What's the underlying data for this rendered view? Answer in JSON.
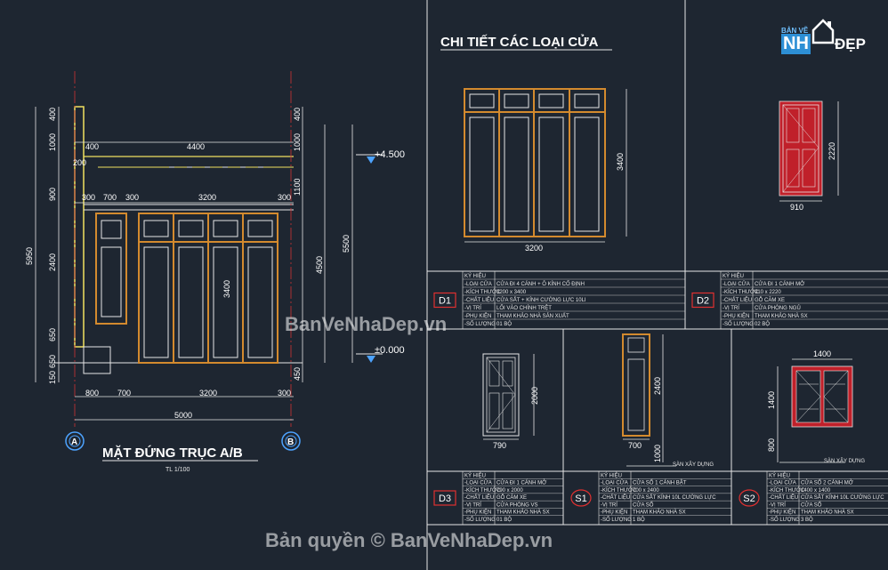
{
  "drawing": {
    "elevation_title": "MẶT ĐỨNG TRỤC A/B",
    "elevation_scale": "TL 1/100",
    "axis_a": "A",
    "axis_b": "B",
    "level_top": "+4.500",
    "level_zero": "±0.000",
    "left_dims": [
      "400",
      "1000",
      "200",
      "900",
      "2400",
      "650",
      "650",
      "150"
    ],
    "left_total": "5950",
    "right_dims": [
      "400",
      "1000",
      "1100",
      "4500",
      "450"
    ],
    "right_total": "5500",
    "top_dims": [
      "400",
      "4400",
      "200"
    ],
    "upper_dims": [
      "300",
      "700",
      "300",
      "3200",
      "300"
    ],
    "bottom_dims": [
      "800",
      "700",
      "3200",
      "300"
    ],
    "bottom_total": "5000",
    "center_dim": "3400"
  },
  "details": {
    "title": "CHI TIẾT CÁC LOẠI CỬA",
    "d1_width": "3200",
    "d1_height": "3400",
    "d2_width": "910",
    "d2_height": "2220",
    "d3_width": "790",
    "d3_height": "2000",
    "s1_width": "700",
    "s1_height": "2400",
    "s1_sill": "1000",
    "s2_width": "1400",
    "s2_height": "1400",
    "s2_sill": "800",
    "floor_label": "SÀN XÂY DỰNG"
  },
  "schedules": [
    {
      "code": "D1",
      "rows": [
        [
          "KÝ HIỆU",
          ""
        ],
        [
          "-LOẠI CỬA",
          "CỬA ĐI 4 CÁNH + Ô KÍNH CỐ ĐỊNH"
        ],
        [
          "-KÍCH THƯỚC",
          "3200 x 3400"
        ],
        [
          "-CHẤT LIỆU",
          "CỬA SẮT + KÍNH CƯỜNG LỰC 10LI"
        ],
        [
          "-VỊ TRÍ",
          "LỐI VÀO CHÍNH TRỆT"
        ],
        [
          "-PHỤ KIỆN",
          "THAM KHẢO NHÀ SẢN XUẤT"
        ],
        [
          "-SỐ LƯỢNG",
          "01 BỘ"
        ]
      ]
    },
    {
      "code": "D2",
      "rows": [
        [
          "KÝ HIỆU",
          ""
        ],
        [
          "-LOẠI CỬA",
          "CỬA ĐI 1 CÁNH MỞ"
        ],
        [
          "-KÍCH THƯỚC",
          "910 x 2220"
        ],
        [
          "-CHẤT LIỆU",
          "GỖ CĂM XE"
        ],
        [
          "-VỊ TRÍ",
          "CỬA PHÒNG NGỦ"
        ],
        [
          "-PHỤ KIỆN",
          "THAM KHẢO NHÀ SX"
        ],
        [
          "-SỐ LƯỢNG",
          "02 BỘ"
        ]
      ]
    },
    {
      "code": "D3",
      "rows": [
        [
          "KÝ HIỆU",
          ""
        ],
        [
          "-LOẠI CỬA",
          "CỬA ĐI 1 CÁNH MỞ"
        ],
        [
          "-KÍCH THƯỚC",
          "790 x 2000"
        ],
        [
          "-CHẤT LIỆU",
          "GỖ CĂM XE"
        ],
        [
          "-VỊ TRÍ",
          "CỬA PHÒNG VS"
        ],
        [
          "-PHỤ KIỆN",
          "THAM KHẢO NHÀ SX"
        ],
        [
          "-SỐ LƯỢNG",
          "01 BỘ"
        ]
      ]
    },
    {
      "code": "S1",
      "rows": [
        [
          "KÝ HIỆU",
          ""
        ],
        [
          "-LOẠI CỬA",
          "CỬA SỔ 1 CÁNH BẬT"
        ],
        [
          "-KÍCH THƯỚC",
          "700 x 2400"
        ],
        [
          "-CHẤT LIỆU",
          "CỬA SẮT KÍNH 10L CƯỜNG LỰC"
        ],
        [
          "-VỊ TRÍ",
          "CỬA SỔ"
        ],
        [
          "-PHỤ KIỆN",
          "THAM KHẢO NHÀ SX"
        ],
        [
          "-SỐ LƯỢNG",
          "1 BỘ"
        ]
      ]
    },
    {
      "code": "S2",
      "rows": [
        [
          "KÝ HIỆU",
          ""
        ],
        [
          "-LOẠI CỬA",
          "CỬA SỔ 2 CÁNH MỞ"
        ],
        [
          "-KÍCH THƯỚC",
          "1400 x 1400"
        ],
        [
          "-CHẤT LIỆU",
          "CỬA SẮT KÍNH 10L CƯỜNG LỰC"
        ],
        [
          "-VỊ TRÍ",
          "CỬA SỔ"
        ],
        [
          "-PHỤ KIỆN",
          "THAM KHẢO NHÀ SX"
        ],
        [
          "-SỐ LƯỢNG",
          "3 BỘ"
        ]
      ]
    }
  ],
  "watermark": {
    "center": "BanVeNhaDep.vn",
    "bottom": "Bản quyền © BanVeNhaDep.vn",
    "logo_top": "BẢN VẼ",
    "logo_nh": "NH",
    "logo_dep": "ĐẸP"
  },
  "colors": {
    "background": "#1e2631",
    "line": "#e6e6e6",
    "door_frame": "#d38a2e",
    "wall": "#f0e060",
    "red_panel": "#c0202a",
    "tag": "#e03030",
    "level": "#4da3ff"
  }
}
